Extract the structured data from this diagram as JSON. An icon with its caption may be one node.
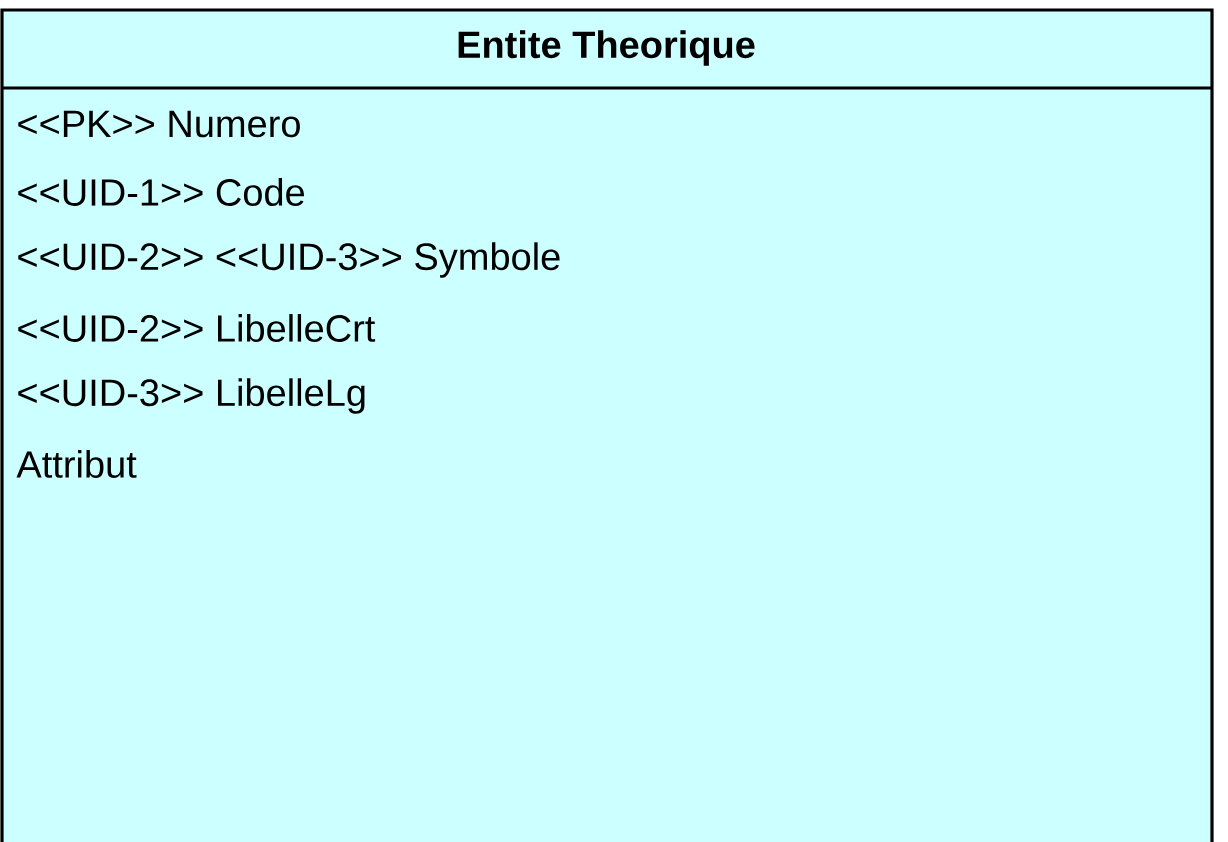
{
  "diagram": {
    "nodes": [
      {
        "text": [
          "Entite Theorique",
          "<<PK>> Numero",
          "<<UID-1>> Code",
          "<<UID-2>> <<UID-3>> Symbole",
          "<<UID-2>> LibelleCrt",
          "<<UID-3>> LibelleLg",
          "Attribut"
        ]
      }
    ]
  }
}
